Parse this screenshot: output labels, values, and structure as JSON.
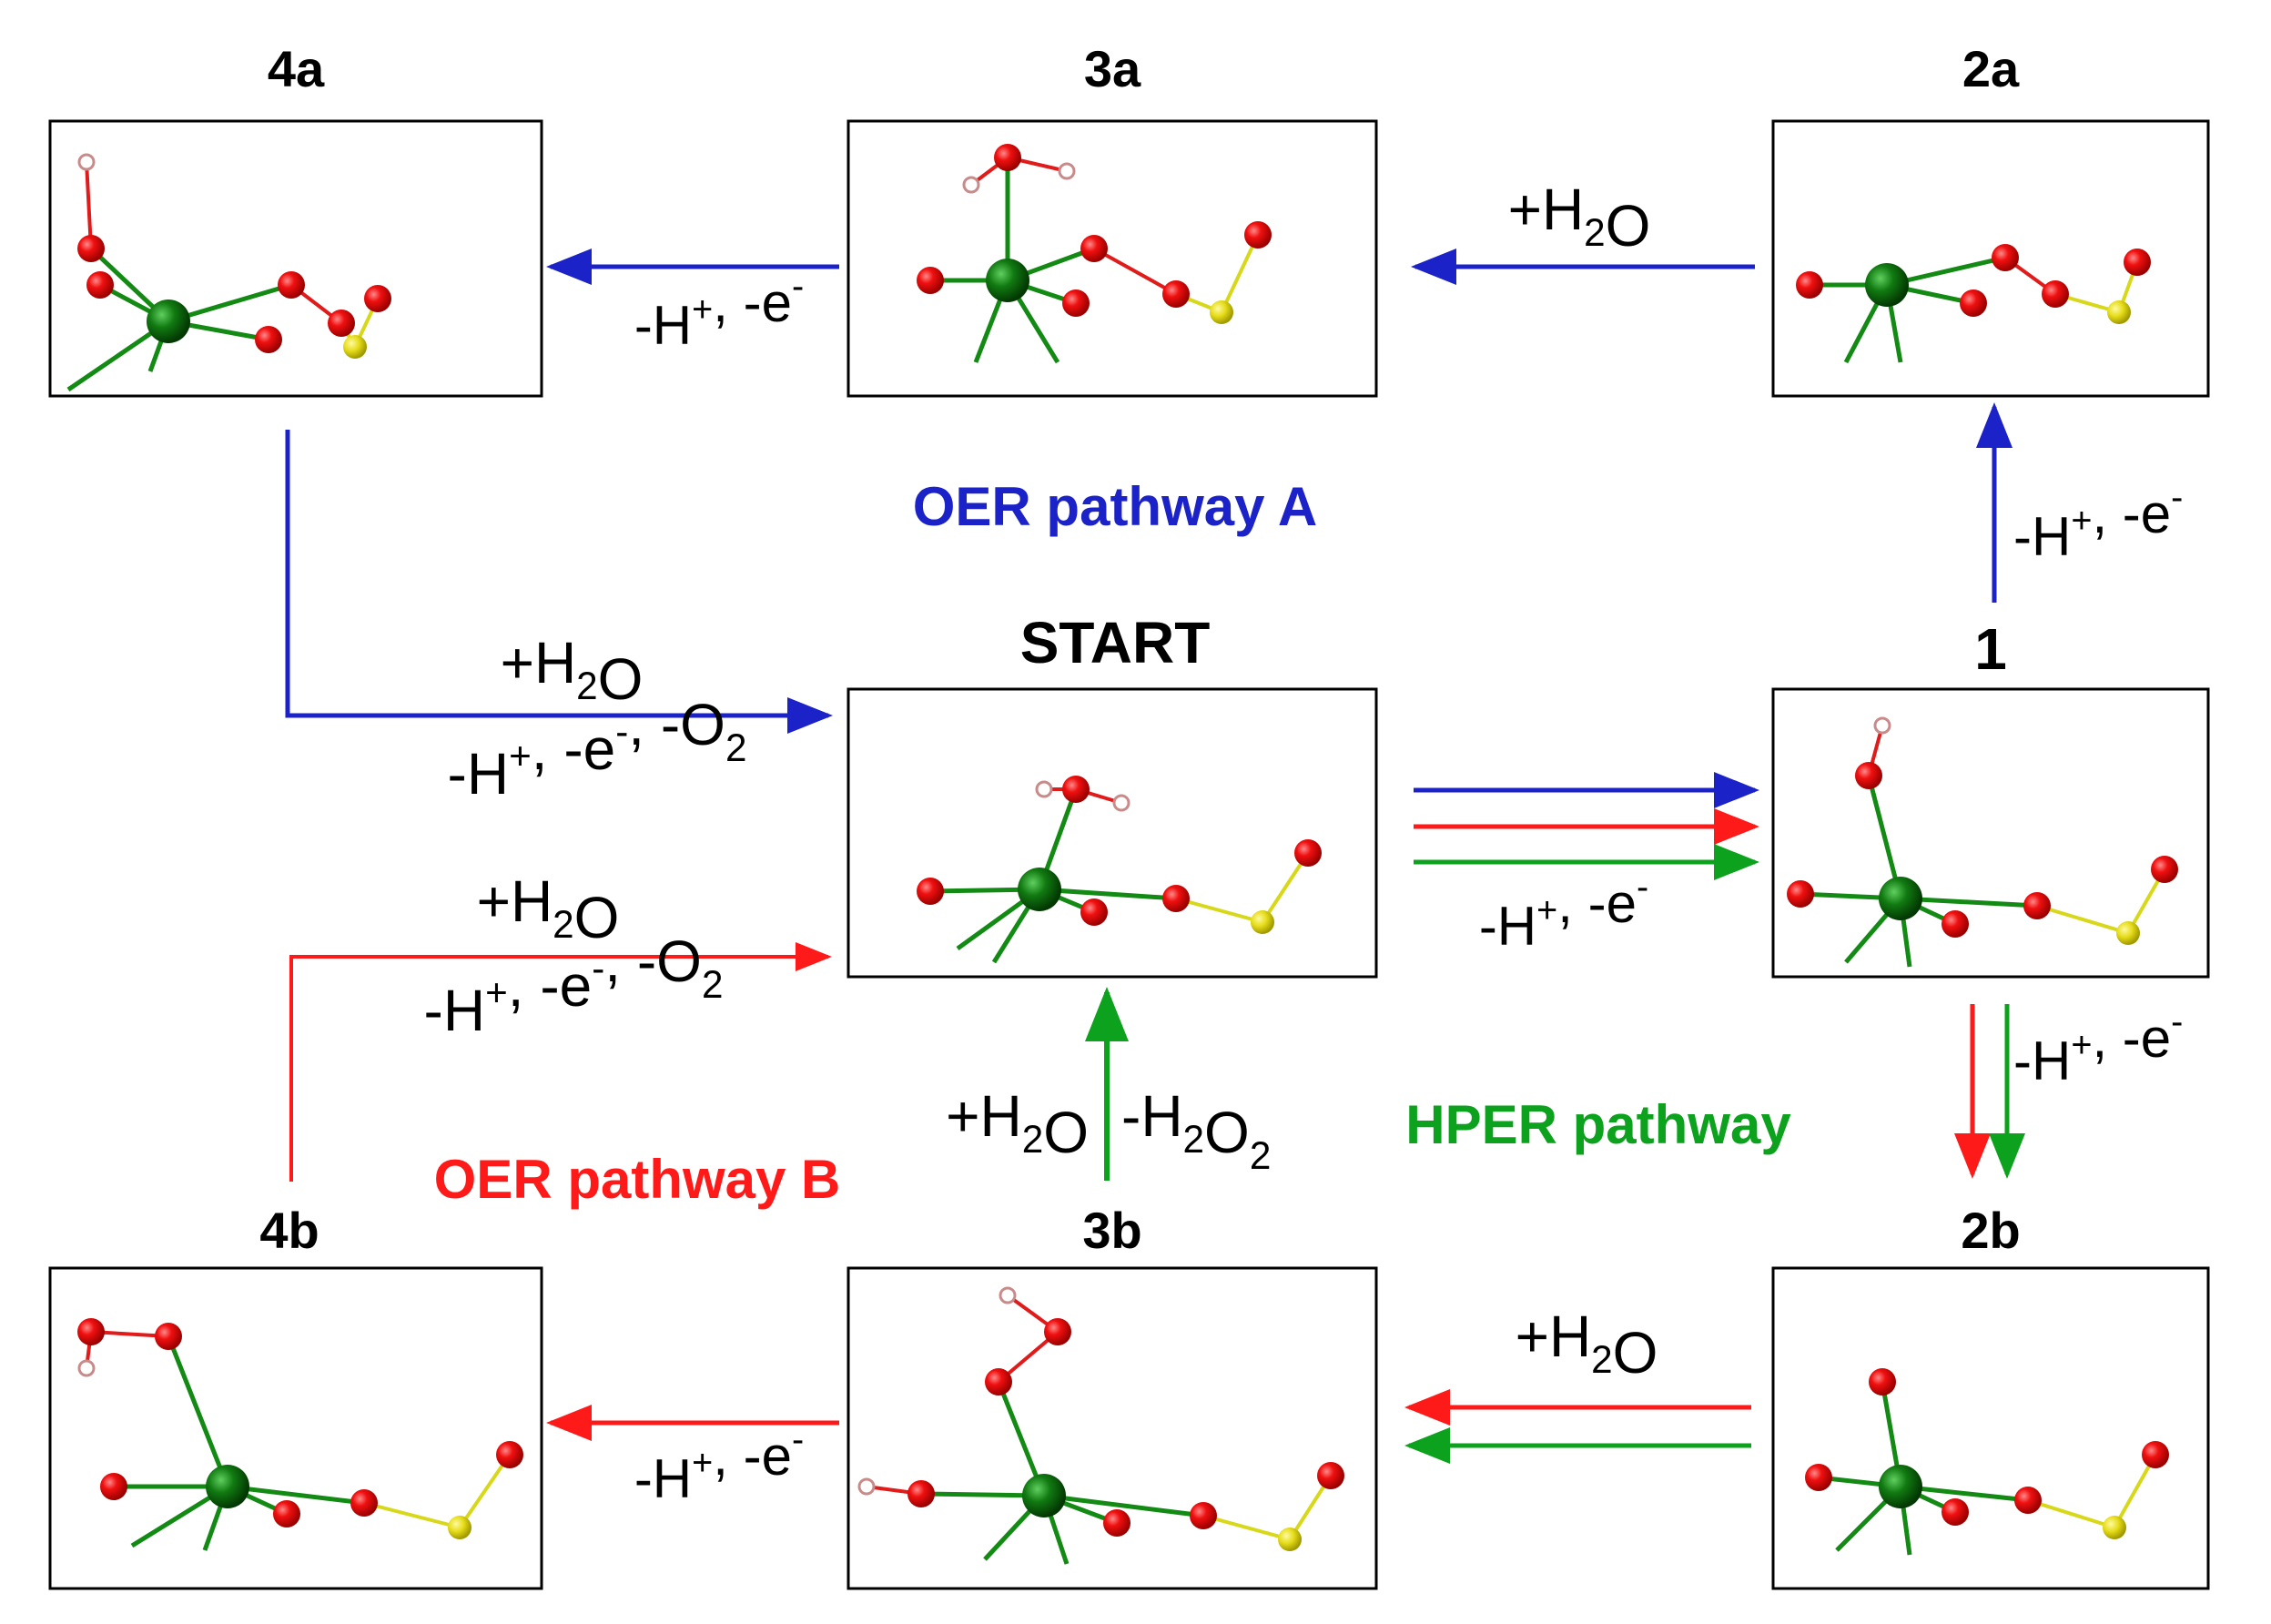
{
  "colors": {
    "blue": "#1b22c8",
    "red": "#ff1a1a",
    "green": "#0da21d",
    "ink": "#000000",
    "metal": "#0a5a0a",
    "oxygen": "#ee1111",
    "sulfur": "#e8e01a",
    "hydrogen": "#f2c8c8",
    "bond_green": "#138a13",
    "bond_red": "#e11a1a",
    "bond_yellow": "#d8d81a"
  },
  "states": {
    "s4a": {
      "label": "4a"
    },
    "s3a": {
      "label": "3a"
    },
    "s2a": {
      "label": "2a"
    },
    "start": {
      "label": "START"
    },
    "s1": {
      "label": "1"
    },
    "s4b": {
      "label": "4b"
    },
    "s3b": {
      "label": "3b"
    },
    "s2b": {
      "label": "2b"
    }
  },
  "pathway_labels": {
    "oer_a": "OER pathway A",
    "oer_b": "OER pathway B",
    "hper": "HPER pathway"
  },
  "arrows": {
    "a_2a_3a": {
      "top": "+H2O",
      "bottom": ""
    },
    "a_3a_4a": {
      "top": "",
      "bottom": "-H+, -e-"
    },
    "a_1_2a": {
      "side": "-H+, -e-"
    },
    "a_4a_start": {
      "top": "+H2O",
      "bottom": "-H+, -e-, -O2"
    },
    "start_1": {
      "bottom": "-H+, -e-"
    },
    "a_4b_start": {
      "top": "+H2O",
      "bottom": "-H+, -e-, -O2"
    },
    "a_1_2b": {
      "side": "-H+, -e-"
    },
    "a_3b_start": {
      "left": "+H2O",
      "right": "-H2O2"
    },
    "a_2b_3b": {
      "top": "+H2O"
    },
    "a_3b_4b": {
      "bottom": "-H+, -e-"
    }
  }
}
